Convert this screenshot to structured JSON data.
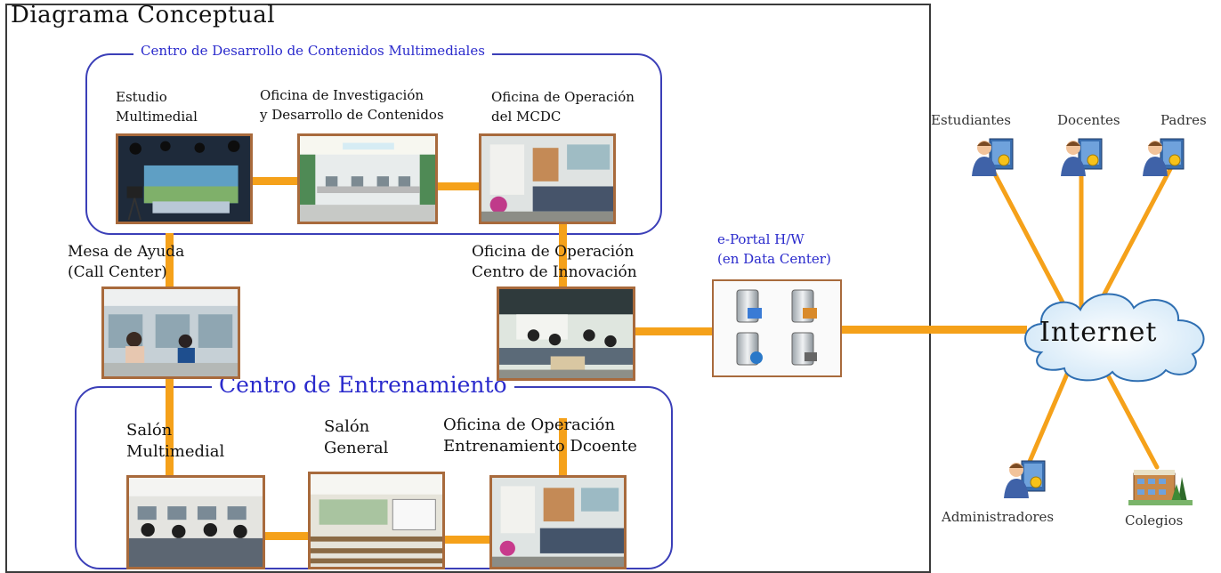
{
  "title": "Diagrama Conceptual",
  "top_group": {
    "label": "Centro de Desarrollo de Contenidos Multimediales",
    "items": [
      {
        "label": "Estudio\nMultimedial"
      },
      {
        "label": "Oficina de Investigación\ny Desarrollo de Contenidos"
      },
      {
        "label": "Oficina de Operación\ndel MCDC"
      }
    ]
  },
  "help_desk": {
    "label": "Mesa de Ayuda\n(Call Center)"
  },
  "innovation_office": {
    "label": "Oficina de Operación\nCentro de Innovación"
  },
  "bottom_group": {
    "label": "Centro de Entrenamiento",
    "items": [
      {
        "label": "Salón\nMultimedial"
      },
      {
        "label": "Salón\nGeneral"
      },
      {
        "label": "Oficina de Operación\nEntrenamiento Dcoente"
      }
    ]
  },
  "eportal": {
    "label": "e-Portal  H/W\n(en Data Center)"
  },
  "internet": {
    "label": "Internet"
  },
  "users": {
    "top": [
      "Estudiantes",
      "Docentes",
      "Padres"
    ],
    "bottom": [
      "Administradores",
      "Colegios"
    ]
  },
  "colors": {
    "connector": "#f5a11a",
    "group_border": "#3b3fb8",
    "group_label": "#2a2acc",
    "photo_border": "#a86a3c"
  }
}
